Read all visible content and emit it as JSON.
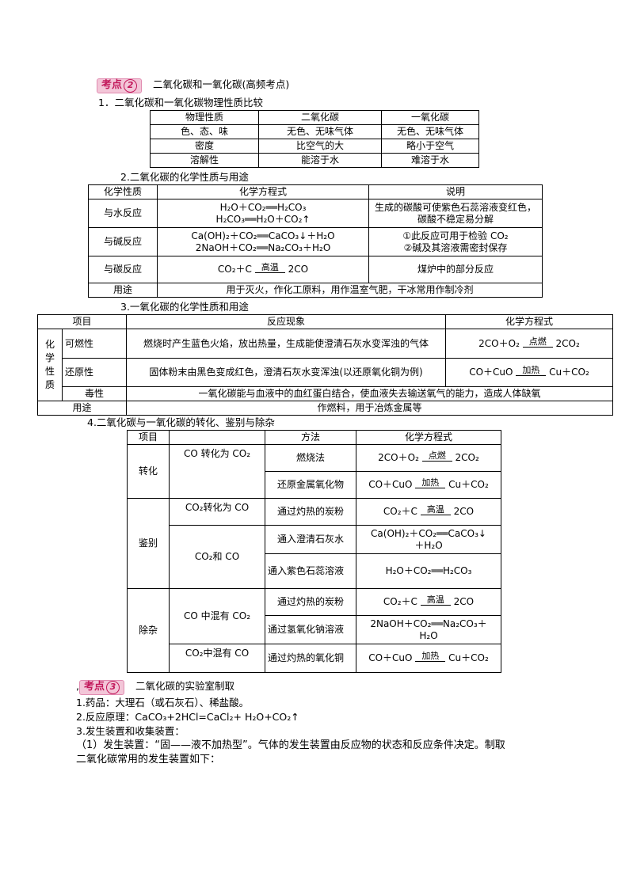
{
  "sec2": {
    "badge": "考点",
    "num": "2",
    "title": "二氧化碳和一氧化碳(高频考点)",
    "sub1": "1．二氧化碳和一氧化碳物理性质比较",
    "t1": {
      "headers": [
        "物理性质",
        "二氧化碳",
        "一氧化碳"
      ],
      "rows": [
        [
          "色、态、味",
          "无色、无味气体",
          "无色、无味气体"
        ],
        [
          "密度",
          "比空气的大",
          "略小于空气"
        ],
        [
          "溶解性",
          "能溶于水",
          "难溶于水"
        ]
      ]
    },
    "sub2": "2.二氧化碳的化学性质与用途",
    "t2": {
      "headers": [
        "化学性质",
        "化学方程式",
        "说明"
      ],
      "water_label": "与水反应",
      "water_eq1": "H₂O＋CO₂══H₂CO₃",
      "water_eq2": "H₂CO₃══H₂O＋CO₂↑",
      "water_note": "生成的碳酸可使紫色石蕊溶液变红色，碳酸不稳定易分解",
      "base_label": "与碱反应",
      "base_eq1": "Ca(OH)₂＋CO₂══CaCO₃↓＋H₂O",
      "base_eq2": "2NaOH＋CO₂══Na₂CO₃＋H₂O",
      "base_note1": "①此反应可用于检验 CO₂",
      "base_note2": "②碱及其溶液需密封保存",
      "carbon_label": "与碳反应",
      "carbon_left": "CO₂＋C",
      "carbon_cond": "高温",
      "carbon_right": "2CO",
      "carbon_note": "煤炉中的部分反应",
      "use_label": "用途",
      "use_text": "用于灭火，作化工原料，用作温室气肥，干冰常用作制冷剂"
    },
    "sub3": "3.一氧化碳的化学性质和用途",
    "t3": {
      "headers": [
        "项目",
        "反应现象",
        "化学方程式"
      ],
      "group": "化学性质",
      "comb_label": "可燃性",
      "comb_text": "燃烧时产生蓝色火焰，放出热量，生成能使澄清石灰水变浑浊的气体",
      "comb_left": "2CO＋O₂",
      "comb_cond": "点燃",
      "comb_right": "2CO₂",
      "red_label": "还原性",
      "red_text": "固体粉末由黑色变成红色，澄清石灰水变浑浊(以还原氧化铜为例)",
      "red_left": "CO＋CuO",
      "red_cond": "加热",
      "red_right": "Cu＋CO₂",
      "tox_label": "毒性",
      "tox_text": "一氧化碳能与血液中的血红蛋白结合，使血液失去输送氧气的能力，造成人体缺氧",
      "use_label": "用途",
      "use_text": "作燃料，用于冶炼金属等"
    },
    "sub4": "4.二氧化碳与一氧化碳的转化、鉴别与除杂",
    "t4": {
      "headers": [
        "项目",
        "方法",
        "化学方程式"
      ],
      "zh_label": "转化",
      "zh_item": "CO 转化为 CO₂",
      "zh_m1": "燃烧法",
      "zh_m1_left": "2CO＋O₂",
      "zh_m1_cond": "点燃",
      "zh_m1_right": "2CO₂",
      "zh_m2": "还原金属氧化物",
      "zh_m2_left": "CO＋CuO",
      "zh_m2_cond": "加热",
      "zh_m2_right": "Cu＋CO₂",
      "jb_label": "鉴别",
      "jb_item1": "CO₂转化为 CO",
      "jb_m1": "通过灼热的炭粉",
      "jb_m1_left": "CO₂＋C",
      "jb_m1_cond": "高温",
      "jb_m1_right": "2CO",
      "jb_item2": "CO₂和 CO",
      "jb_m2": "通入澄清石灰水",
      "jb_m2_eq1": "Ca(OH)₂＋CO₂══CaCO₃↓",
      "jb_m2_eq2": "＋H₂O",
      "jb_m3": "通入紫色石蕊溶液",
      "jb_m3_eq": "H₂O＋CO₂══H₂CO₃",
      "cz_label": "除杂",
      "cz_item1": "CO 中混有 CO₂",
      "cz_m1": "通过灼热的炭粉",
      "cz_m1_left": "CO₂＋C",
      "cz_m1_cond": "高温",
      "cz_m1_right": "2CO",
      "cz_m2": "通过氢氧化钠溶液",
      "cz_m2_eq1": "2NaOH＋CO₂══Na₂CO₃＋",
      "cz_m2_eq2": "H₂O",
      "cz_item2": "CO₂中混有 CO",
      "cz_m3": "通过灼热的氧化铜",
      "cz_m3_left": "CO＋CuO",
      "cz_m3_cond": "加热",
      "cz_m3_right": "Cu＋CO₂"
    }
  },
  "sec3": {
    "prefix": ",",
    "badge": "考点",
    "num": "3",
    "title": "二氧化碳的实验室制取",
    "line1": "1.药品：大理石（或石灰石）、稀盐酸。",
    "line2": "2.反应原理：CaCO₃+2HCl=CaCl₂+ H₂O+CO₂↑",
    "line3": "3.发生装置和收集装置：",
    "line4": "（1）发生装置：“固——液不加热型”。气体的发生装置由反应物的状态和反应条件决定。制取",
    "line5": "二氧化碳常用的发生装置如下："
  }
}
